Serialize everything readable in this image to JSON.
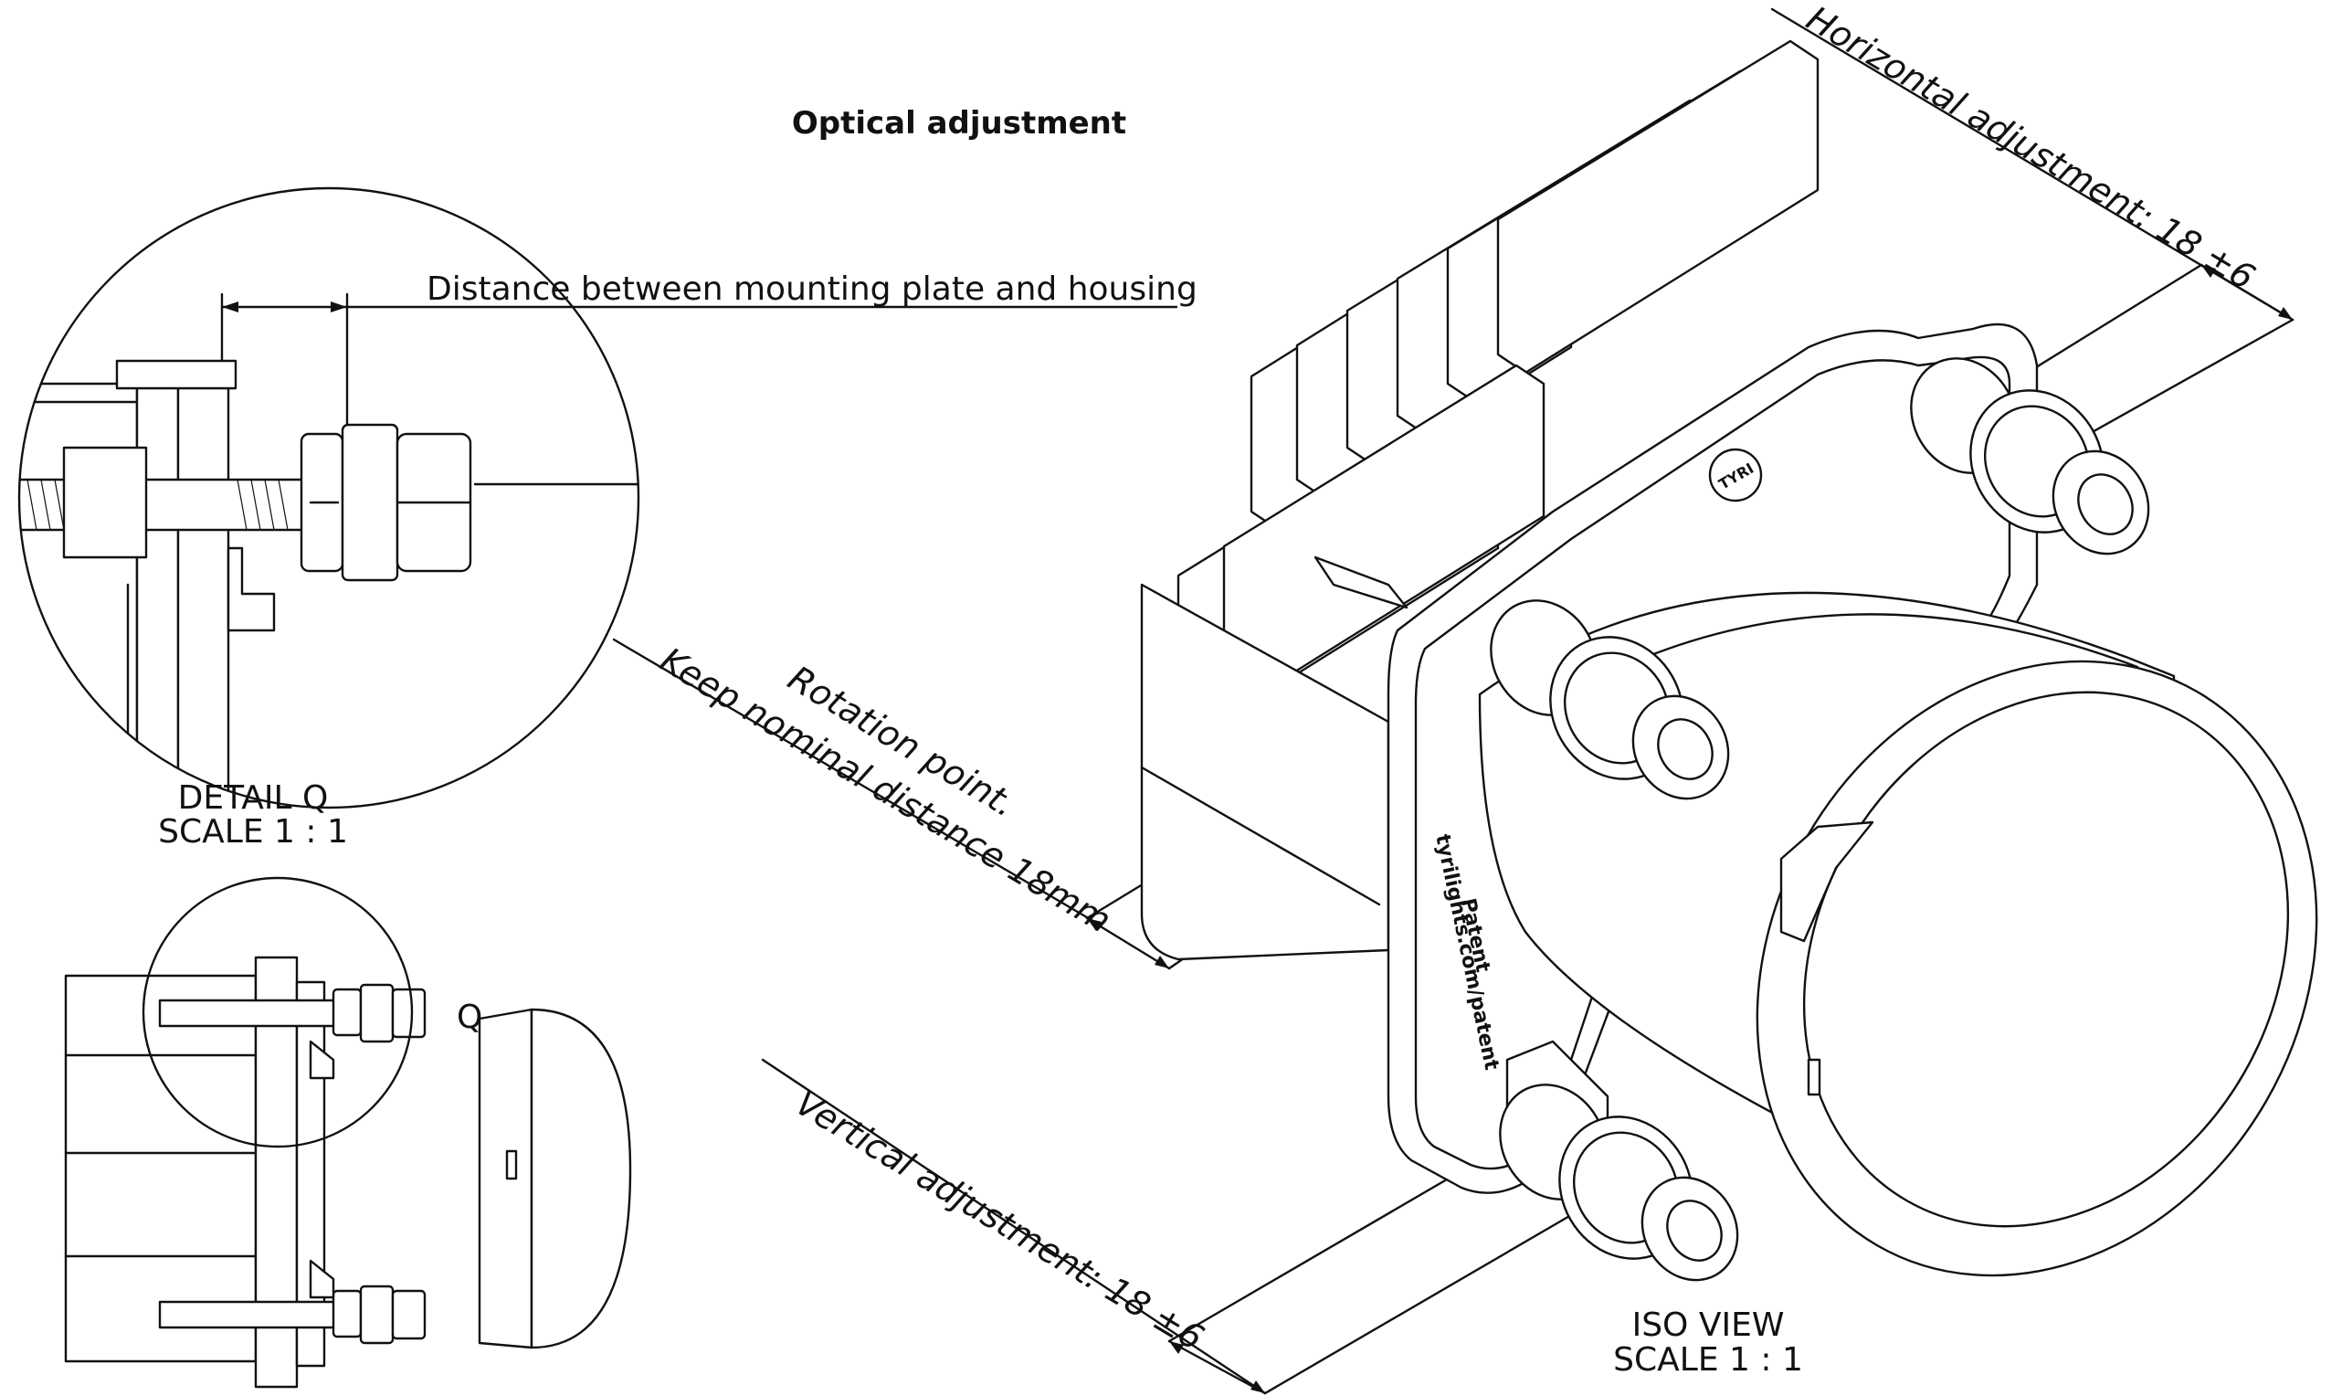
{
  "title": "Optical adjustment",
  "labels": {
    "distance": "Distance between mounting plate and housing",
    "horizontal": "Horizontal adjustment: 18 ±6",
    "rotation_line1": "Rotation point.",
    "rotation_line2": "Keep nominal distance 18mm",
    "vertical": "Vertical adjustment: 18 ±6"
  },
  "detail": {
    "name": "DETAIL Q",
    "scale": "SCALE 1 : 1",
    "callout": "Q"
  },
  "iso": {
    "name": "ISO VIEW",
    "scale": "SCALE 1 : 1"
  },
  "product_marks": {
    "brand": "TYRI",
    "patent_line1": "Patent",
    "patent_line2": "tyrilights.com/patent"
  }
}
